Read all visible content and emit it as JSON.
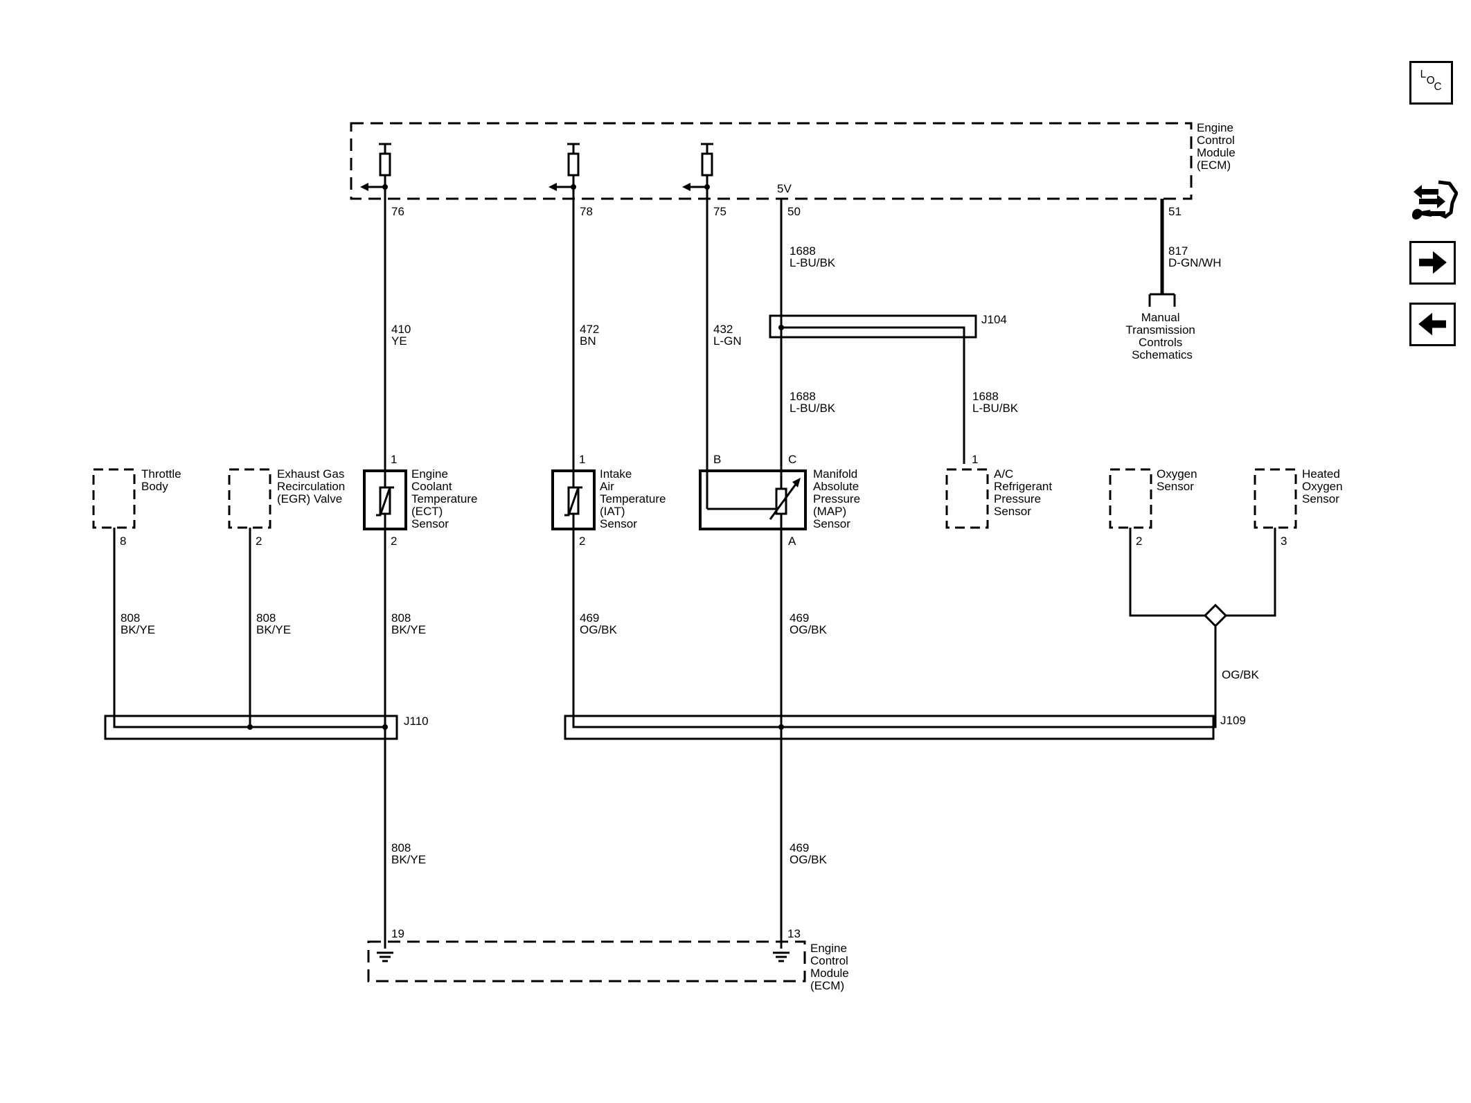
{
  "nav": {
    "loc_letters": [
      "L",
      "O",
      "C"
    ]
  },
  "ecm_top": {
    "title_lines": [
      "Engine",
      "Control",
      "Module",
      "(ECM)"
    ],
    "supply_label": "5V",
    "pins": {
      "p76": "76",
      "p78": "78",
      "p75": "75",
      "p50": "50",
      "p51": "51"
    }
  },
  "ecm_bottom": {
    "title_lines": [
      "Engine",
      "Control",
      "Module",
      "(ECM)"
    ],
    "pins": {
      "p19": "19",
      "p13": "13"
    }
  },
  "manual_trans": {
    "circuit": "817",
    "color": "D-GN/WH",
    "label_lines": [
      "Manual",
      "Transmission",
      "Controls",
      "Schematics"
    ]
  },
  "splices": {
    "j104": "J104",
    "j110": "J110",
    "j109": "J109"
  },
  "wires": {
    "c410": {
      "circuit": "410",
      "color": "YE"
    },
    "c472": {
      "circuit": "472",
      "color": "BN"
    },
    "c432": {
      "circuit": "432",
      "color": "L-GN"
    },
    "c1688_top": {
      "circuit": "1688",
      "color": "L-BU/BK"
    },
    "c1688_mid": {
      "circuit": "1688",
      "color": "L-BU/BK"
    },
    "c1688_ac": {
      "circuit": "1688",
      "color": "L-BU/BK"
    },
    "c808_tb": {
      "circuit": "808",
      "color": "BK/YE"
    },
    "c808_egr": {
      "circuit": "808",
      "color": "BK/YE"
    },
    "c808_ect": {
      "circuit": "808",
      "color": "BK/YE"
    },
    "c808_low": {
      "circuit": "808",
      "color": "BK/YE"
    },
    "c469_iat": {
      "circuit": "469",
      "color": "OG/BK"
    },
    "c469_map": {
      "circuit": "469",
      "color": "OG/BK"
    },
    "c469_low": {
      "circuit": "469",
      "color": "OG/BK"
    },
    "og_o2": {
      "color": "OG/BK"
    }
  },
  "components": {
    "throttle_body": {
      "label_lines": [
        "Throttle",
        "Body"
      ],
      "pin": "8"
    },
    "egr_valve": {
      "label_lines": [
        "Exhaust Gas",
        "Recirculation",
        "(EGR) Valve"
      ],
      "pin": "2"
    },
    "ect_sensor": {
      "label_lines": [
        "Engine",
        "Coolant",
        "Temperature",
        "(ECT)",
        "Sensor"
      ],
      "pin_top": "1",
      "pin_bottom": "2"
    },
    "iat_sensor": {
      "label_lines": [
        "Intake",
        "Air",
        "Temperature",
        "(IAT)",
        "Sensor"
      ],
      "pin_top": "1",
      "pin_bottom": "2"
    },
    "map_sensor": {
      "label_lines": [
        "Manifold",
        "Absolute",
        "Pressure",
        "(MAP)",
        "Sensor"
      ],
      "pin_b": "B",
      "pin_c": "C",
      "pin_a": "A"
    },
    "ac_sensor": {
      "label_lines": [
        "A/C",
        "Refrigerant",
        "Pressure",
        "Sensor"
      ],
      "pin": "1"
    },
    "oxygen_sensor": {
      "label_lines": [
        "Oxygen",
        "Sensor"
      ],
      "pin": "2"
    },
    "heated_oxygen_sensor": {
      "label_lines": [
        "Heated",
        "Oxygen",
        "Sensor"
      ],
      "pin": "3"
    }
  }
}
